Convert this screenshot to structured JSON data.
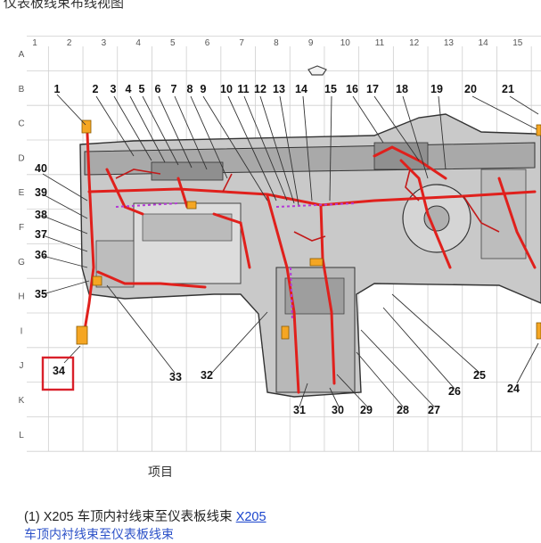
{
  "page_title": "仪表板线束布线视图",
  "grid": {
    "columns": [
      "1",
      "2",
      "3",
      "4",
      "5",
      "6",
      "7",
      "8",
      "9",
      "10",
      "11",
      "12",
      "13",
      "14",
      "15"
    ],
    "rows": [
      "A",
      "B",
      "C",
      "D",
      "E",
      "F",
      "G",
      "H",
      "I",
      "J",
      "K",
      "L"
    ]
  },
  "callouts": [
    "1",
    "2",
    "3",
    "4",
    "5",
    "6",
    "7",
    "8",
    "9",
    "10",
    "11",
    "12",
    "13",
    "14",
    "15",
    "16",
    "17",
    "18",
    "19",
    "20",
    "21",
    "24",
    "25",
    "26",
    "27",
    "28",
    "29",
    "30",
    "31",
    "32",
    "33",
    "34",
    "35",
    "36",
    "37",
    "38",
    "39",
    "40"
  ],
  "highlighted_callout": "34",
  "colors": {
    "harness": "#e0201c",
    "highlight_box": "#d9202a",
    "connector": "#f5a623",
    "link": "#1a44cc"
  },
  "section_label": "项目",
  "items": [
    {
      "prefix": "(1) X205 车顶内衬线束至仪表板线束",
      "link": "X205",
      "sub": "车顶内衬线束至仪表板线束"
    }
  ]
}
